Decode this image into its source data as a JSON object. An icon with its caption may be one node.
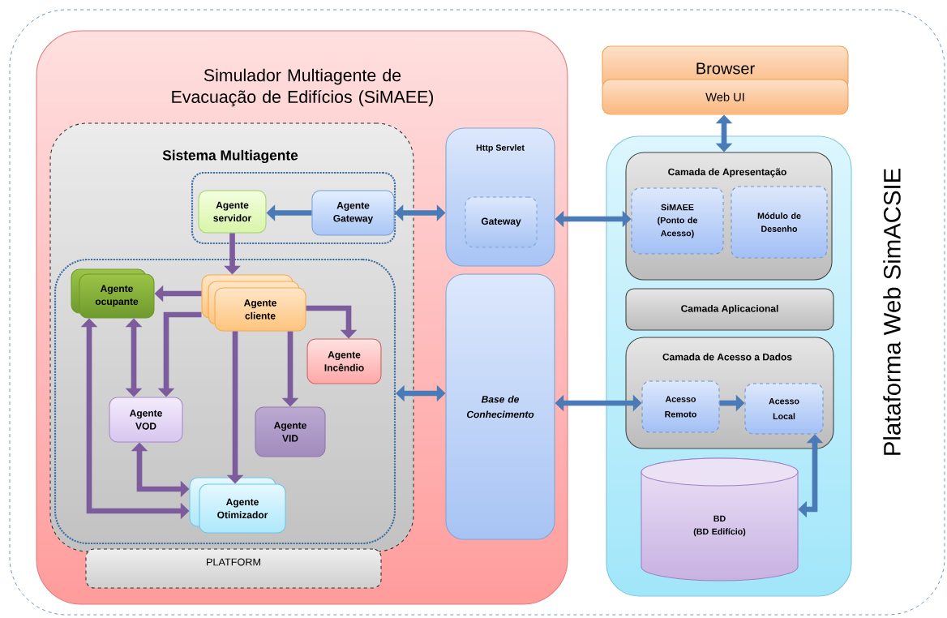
{
  "diagram": {
    "nodes": [
      {
        "text": [
          "Plataforma Web SimACSIE"
        ]
      },
      {
        "text": [
          "Simulador Multiagente de Evacuação de Edifícios (SiMAEE)"
        ],
        "in": 0
      },
      {
        "text": [
          "Sistema Multiagente"
        ],
        "in": 1
      },
      {
        "text": [],
        "shape": "box",
        "in": 2
      },
      {
        "text": [
          "Agente servidor"
        ],
        "in": 3
      },
      {
        "text": [
          "Agente Gateway"
        ],
        "in": 3
      },
      {
        "text": [],
        "shape": "box",
        "in": 2
      },
      {
        "text": [
          "Agente ocupante"
        ],
        "in": 6
      },
      {
        "text": [
          "Agente cliente"
        ],
        "in": 6
      },
      {
        "text": [
          "Agente Incêndio"
        ],
        "in": 6
      },
      {
        "text": [
          "Agente VOD"
        ],
        "in": 6
      },
      {
        "text": [
          "Agente VID"
        ],
        "in": 6
      },
      {
        "text": [
          "Agente Otimizador"
        ],
        "in": 6
      },
      {
        "text": [
          "PLATFORM"
        ],
        "in": 1
      },
      {
        "text": [
          "Http Servlet"
        ],
        "in": 1
      },
      {
        "text": [
          "Gateway"
        ],
        "in": 14
      },
      {
        "text": [
          "Base de Conhecimento"
        ],
        "in": 1
      },
      {
        "text": [
          "Browser"
        ],
        "in": 0
      },
      {
        "text": [
          "Web UI"
        ],
        "in": 0
      },
      {
        "text": [],
        "shape": "box",
        "in": 0
      },
      {
        "text": [
          "Camada de Apresentação"
        ],
        "in": 19
      },
      {
        "text": [
          "SiMAEE (Ponto de Acesso)"
        ],
        "in": 20
      },
      {
        "text": [
          "Módulo de Desenho"
        ],
        "in": 20
      },
      {
        "text": [
          "Camada Aplicacional"
        ],
        "in": 19
      },
      {
        "text": [
          "Camada de Acesso a Dados"
        ],
        "in": 19
      },
      {
        "text": [
          "Acesso Remoto"
        ],
        "in": 24
      },
      {
        "text": [
          "Acesso Local"
        ],
        "in": 24
      },
      {
        "text": [
          "BD",
          "(BD Edifício)"
        ],
        "in": 19
      }
    ],
    "edges": [
      {
        "from": 5,
        "to": 4,
        "arrow": "to",
        "color": "#4a7bb7"
      },
      {
        "from": 5,
        "to": 14,
        "arrow": "both",
        "color": "#4a7bb7"
      },
      {
        "from": 4,
        "to": 8,
        "arrow": "to"
      },
      {
        "from": 8,
        "to": 7,
        "arrow": "to"
      },
      {
        "from": 8,
        "to": 10,
        "arrow": "to"
      },
      {
        "from": 8,
        "to": 9,
        "arrow": "to"
      },
      {
        "from": 8,
        "to": 11,
        "arrow": "to"
      },
      {
        "from": 8,
        "to": 12,
        "arrow": "to"
      },
      {
        "from": 7,
        "to": 10,
        "arrow": "both"
      },
      {
        "from": 12,
        "to": 7,
        "arrow": "both"
      },
      {
        "from": 10,
        "to": 12,
        "arrow": "both"
      },
      {
        "from": 6,
        "to": 16,
        "arrow": "both",
        "color": "#4a7bb7"
      },
      {
        "from": 14,
        "to": 21,
        "arrow": "both",
        "color": "#4a7bb7"
      },
      {
        "from": 16,
        "to": 25,
        "arrow": "both",
        "color": "#4a7bb7"
      },
      {
        "from": 18,
        "to": 20,
        "arrow": "both",
        "color": "#4a7bb7"
      },
      {
        "from": 25,
        "to": 26,
        "arrow": "to",
        "color": "#4a7bb7"
      },
      {
        "from": 26,
        "to": 27,
        "arrow": "both",
        "color": "#4a7bb7"
      }
    ]
  }
}
